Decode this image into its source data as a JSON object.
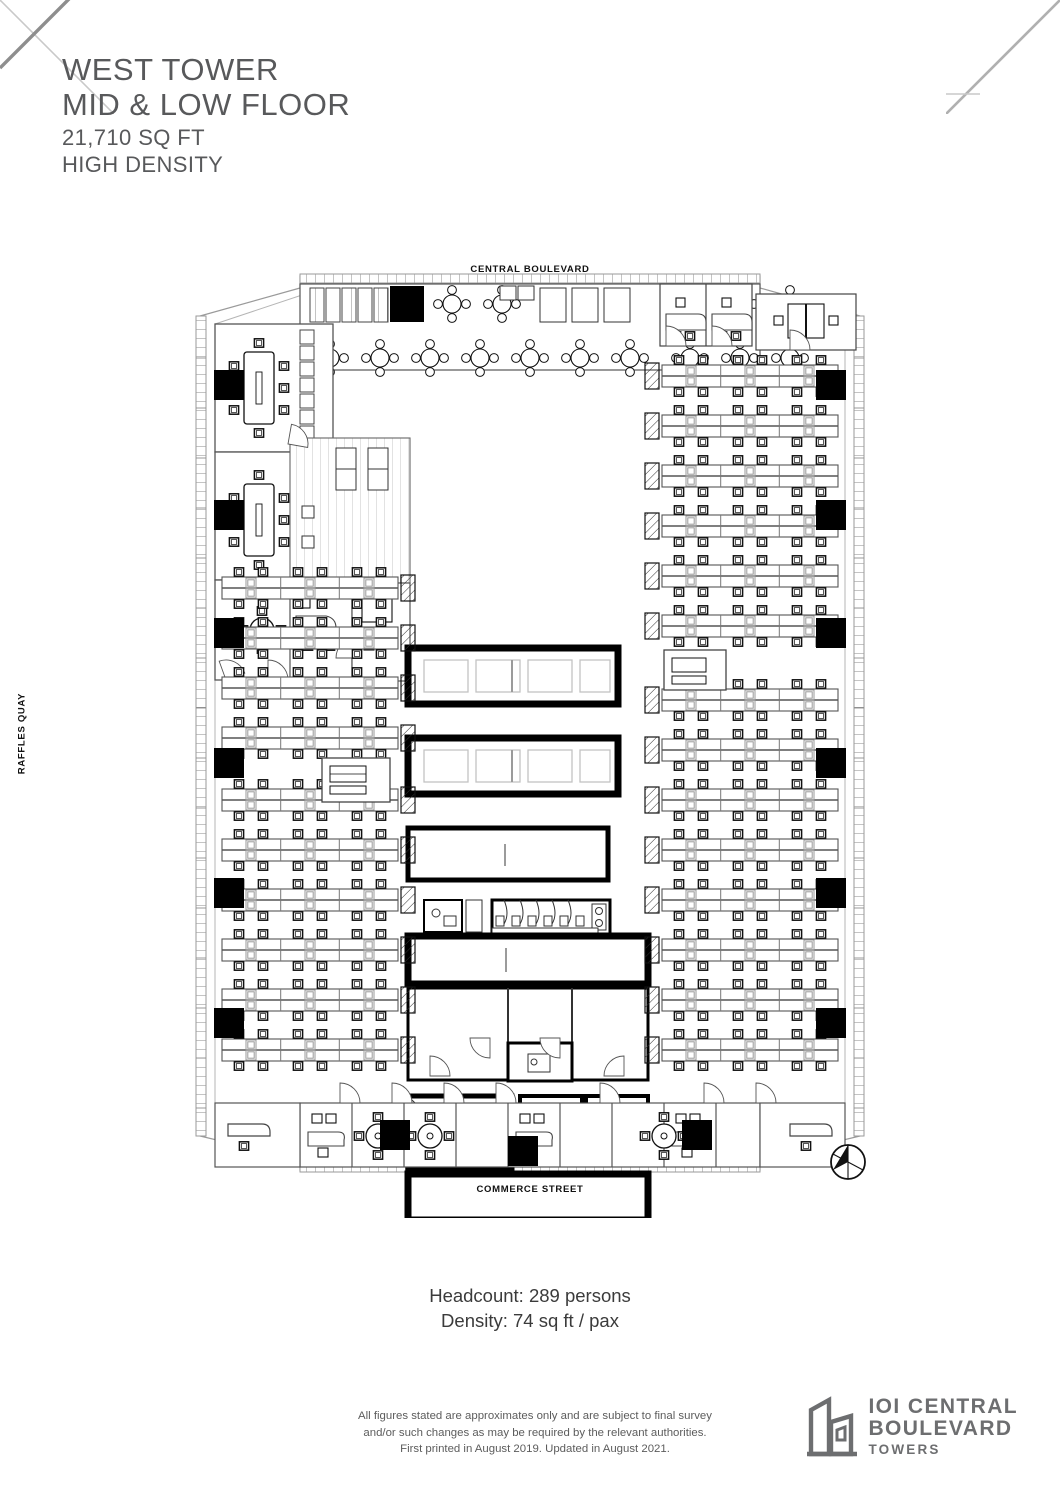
{
  "document": {
    "title_line1": "WEST TOWER",
    "title_line2": "MID & LOW FLOOR",
    "area": "21,710 SQ FT",
    "density_label": "HIGH DENSITY"
  },
  "plan": {
    "street_top": "CENTRAL BOULEVARD",
    "street_bottom": "COMMERCE STREET",
    "street_left": "RAFFLES QUAY",
    "compass": "north-arrow-icon",
    "type": "architectural-floor-plan",
    "zones": [
      "meeting-rooms",
      "collaboration-cafe",
      "open-plan-workstations",
      "private-offices",
      "service-core",
      "lift-lobby",
      "stair-core",
      "restrooms",
      "pantry"
    ]
  },
  "stats": {
    "headcount": "Headcount: 289 persons",
    "density": "Density: 74 sq ft / pax"
  },
  "footer": {
    "disclaimer_line1": "All figures stated are approximates only and are subject to final survey",
    "disclaimer_line2": "and/or such changes as may be required by the relevant authorities.",
    "disclaimer_line3": "First printed in August 2019. Updated in August 2021.",
    "logo_line1": "IOI CENTRAL",
    "logo_line2": "BOULEVARD",
    "logo_line3": "TOWERS"
  },
  "colors": {
    "title_grey": "#58595b",
    "logo_grey": "#6d6e70",
    "body_grey": "#5c5c5c",
    "ink": "#111111",
    "column_fill": "#000000"
  }
}
